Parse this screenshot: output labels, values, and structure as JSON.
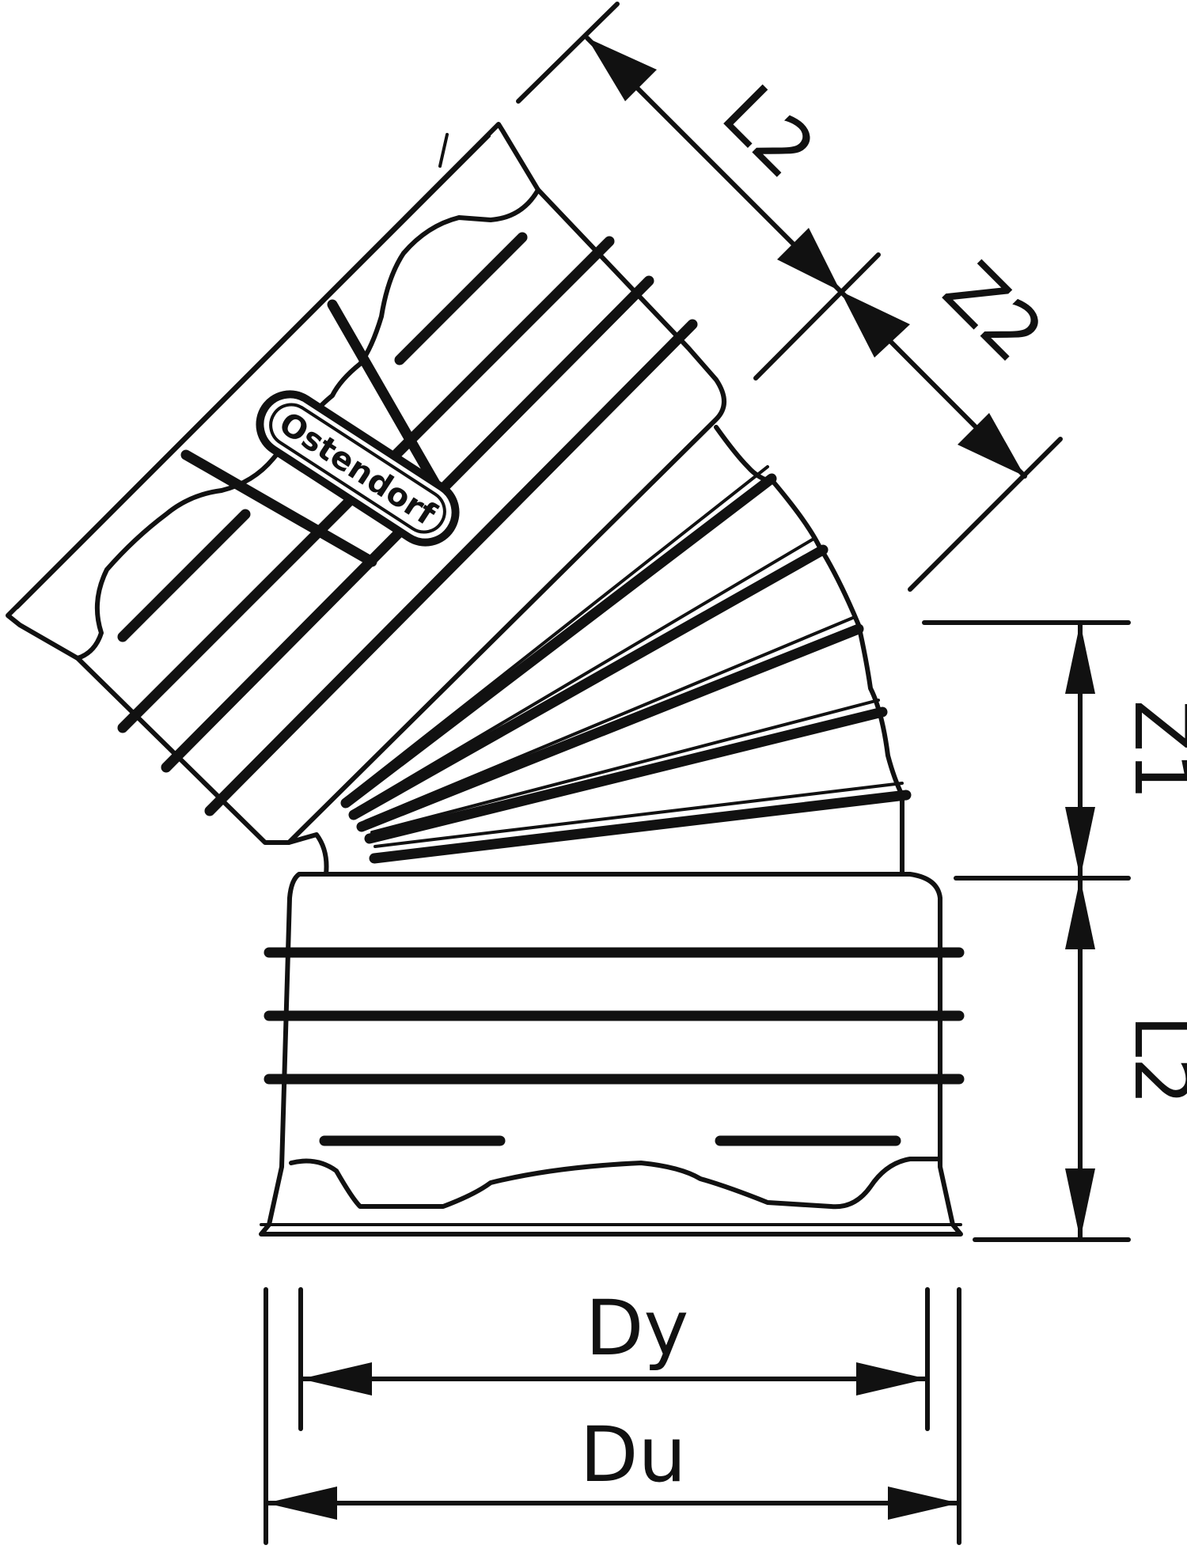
{
  "labels": {
    "dim_l2_top": "L2",
    "dim_z2": "Z2",
    "dim_z1": "Z1",
    "dim_l2_right": "L2",
    "dim_dy": "Dy",
    "dim_du": "Du"
  },
  "logo": "Ostendorf",
  "colors": {
    "line": "#111111",
    "background": "#ffffff"
  }
}
